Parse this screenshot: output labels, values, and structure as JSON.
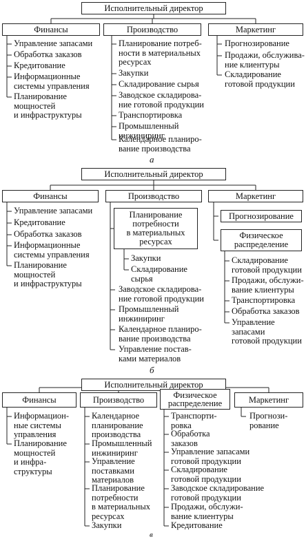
{
  "diagram_a": {
    "ceo": "Исполнительный директор",
    "departments": [
      {
        "title": "Финансы",
        "items": [
          "Управление запасами",
          "Обработка заказов",
          "Кредитование",
          "Информационные\nсистемы управления",
          "Планирование\nмощностей\nи инфраструктуры"
        ]
      },
      {
        "title": "Производство",
        "items": [
          "Планирование потреб-\nности в материальных\nресурсах",
          "Закупки",
          "Складирование сырья",
          "Заводское складирова-\nние готовой продукции",
          "Транспортировка",
          "Промышленный\nинжиниринг",
          "Календарное планиро-\nвание производства"
        ]
      },
      {
        "title": "Маркетинг",
        "items": [
          "Прогнозирование",
          "Продажи, обслужива-\nние клиентуры",
          "Складирование\nготовой продукции"
        ]
      }
    ],
    "caption": "а"
  },
  "diagram_b": {
    "ceo": "Исполнительный директор",
    "finance": {
      "title": "Финансы",
      "items": [
        "Управление запасами",
        "Кредитование",
        "Обработка заказов",
        "Информационные\nсистемы управления",
        "Планирование\nмощностей\nи инфраструктуры"
      ]
    },
    "production": {
      "title": "Производство",
      "sub_box": "Планирование\nпотребности\nв материальных\nресурсах",
      "sub_items": [
        "Закупки",
        "Складирование\nсырья"
      ],
      "items": [
        "Заводское складирова-\nние готовой продукции",
        "Промышленный\nинжиниринг",
        "Календарное планиро-\nвание производства",
        "Управление постав-\nками материалов"
      ]
    },
    "marketing": {
      "title": "Маркетинг",
      "sub_box_1": "Прогнозирование",
      "sub_box_2": "Физическое\nраспределение",
      "sub_items": [
        "Складирование\nготовой продукции",
        "Продажи, обслужи-\nвание клиентуры",
        "Транспортировка",
        "Обработка заказов",
        "Управление запасами\nготовой продукции"
      ]
    },
    "caption": "б"
  },
  "diagram_c": {
    "ceo": "Исполнительный директор",
    "departments": [
      {
        "title": "Финансы",
        "items": [
          "Информацион-\nные системы\nуправления",
          "Планирование\nмощностей\nи инфра-\nструктуры"
        ]
      },
      {
        "title": "Производство",
        "items": [
          "Календарное\nпланирование\nпроизводства",
          "Промышленный\nинжиниринг",
          "Управление\nпоставками\nматериалов",
          "Планирование\nпотребности\nв материальных\nресурсах",
          "Закупки"
        ]
      },
      {
        "title": "Физическое\nраспределение",
        "items": [
          "Транспорти-\nровка",
          "Обработка\nзаказов",
          "Управление запасами\nготовой продукции",
          "Складирование\nготовой продукции",
          "Заводское складирование\nготовой продукции",
          "Продажи, обслужи-\nвание клиентуры",
          "Кредитование"
        ]
      },
      {
        "title": "Маркетинг",
        "items": [
          "Прогнози-\nрование"
        ]
      }
    ],
    "caption": "в"
  }
}
